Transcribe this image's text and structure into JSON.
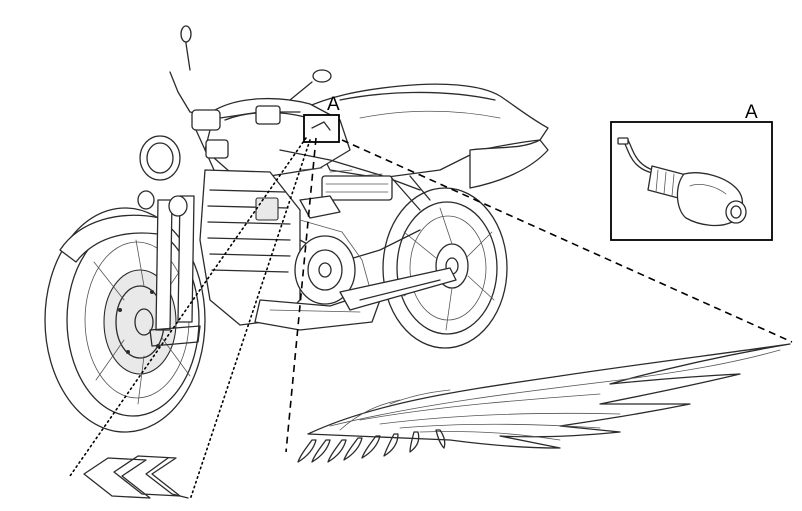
{
  "callouts": {
    "detail_marker_label": "A",
    "detail_panel_label": "A"
  },
  "colors": {
    "line": "#000000",
    "sketch": "#2b2b2b",
    "background": "#ffffff"
  },
  "icons": [
    "motorcycle-illustration",
    "projector-light-illustration",
    "chevron-projection-pattern",
    "wing-projection-pattern"
  ]
}
